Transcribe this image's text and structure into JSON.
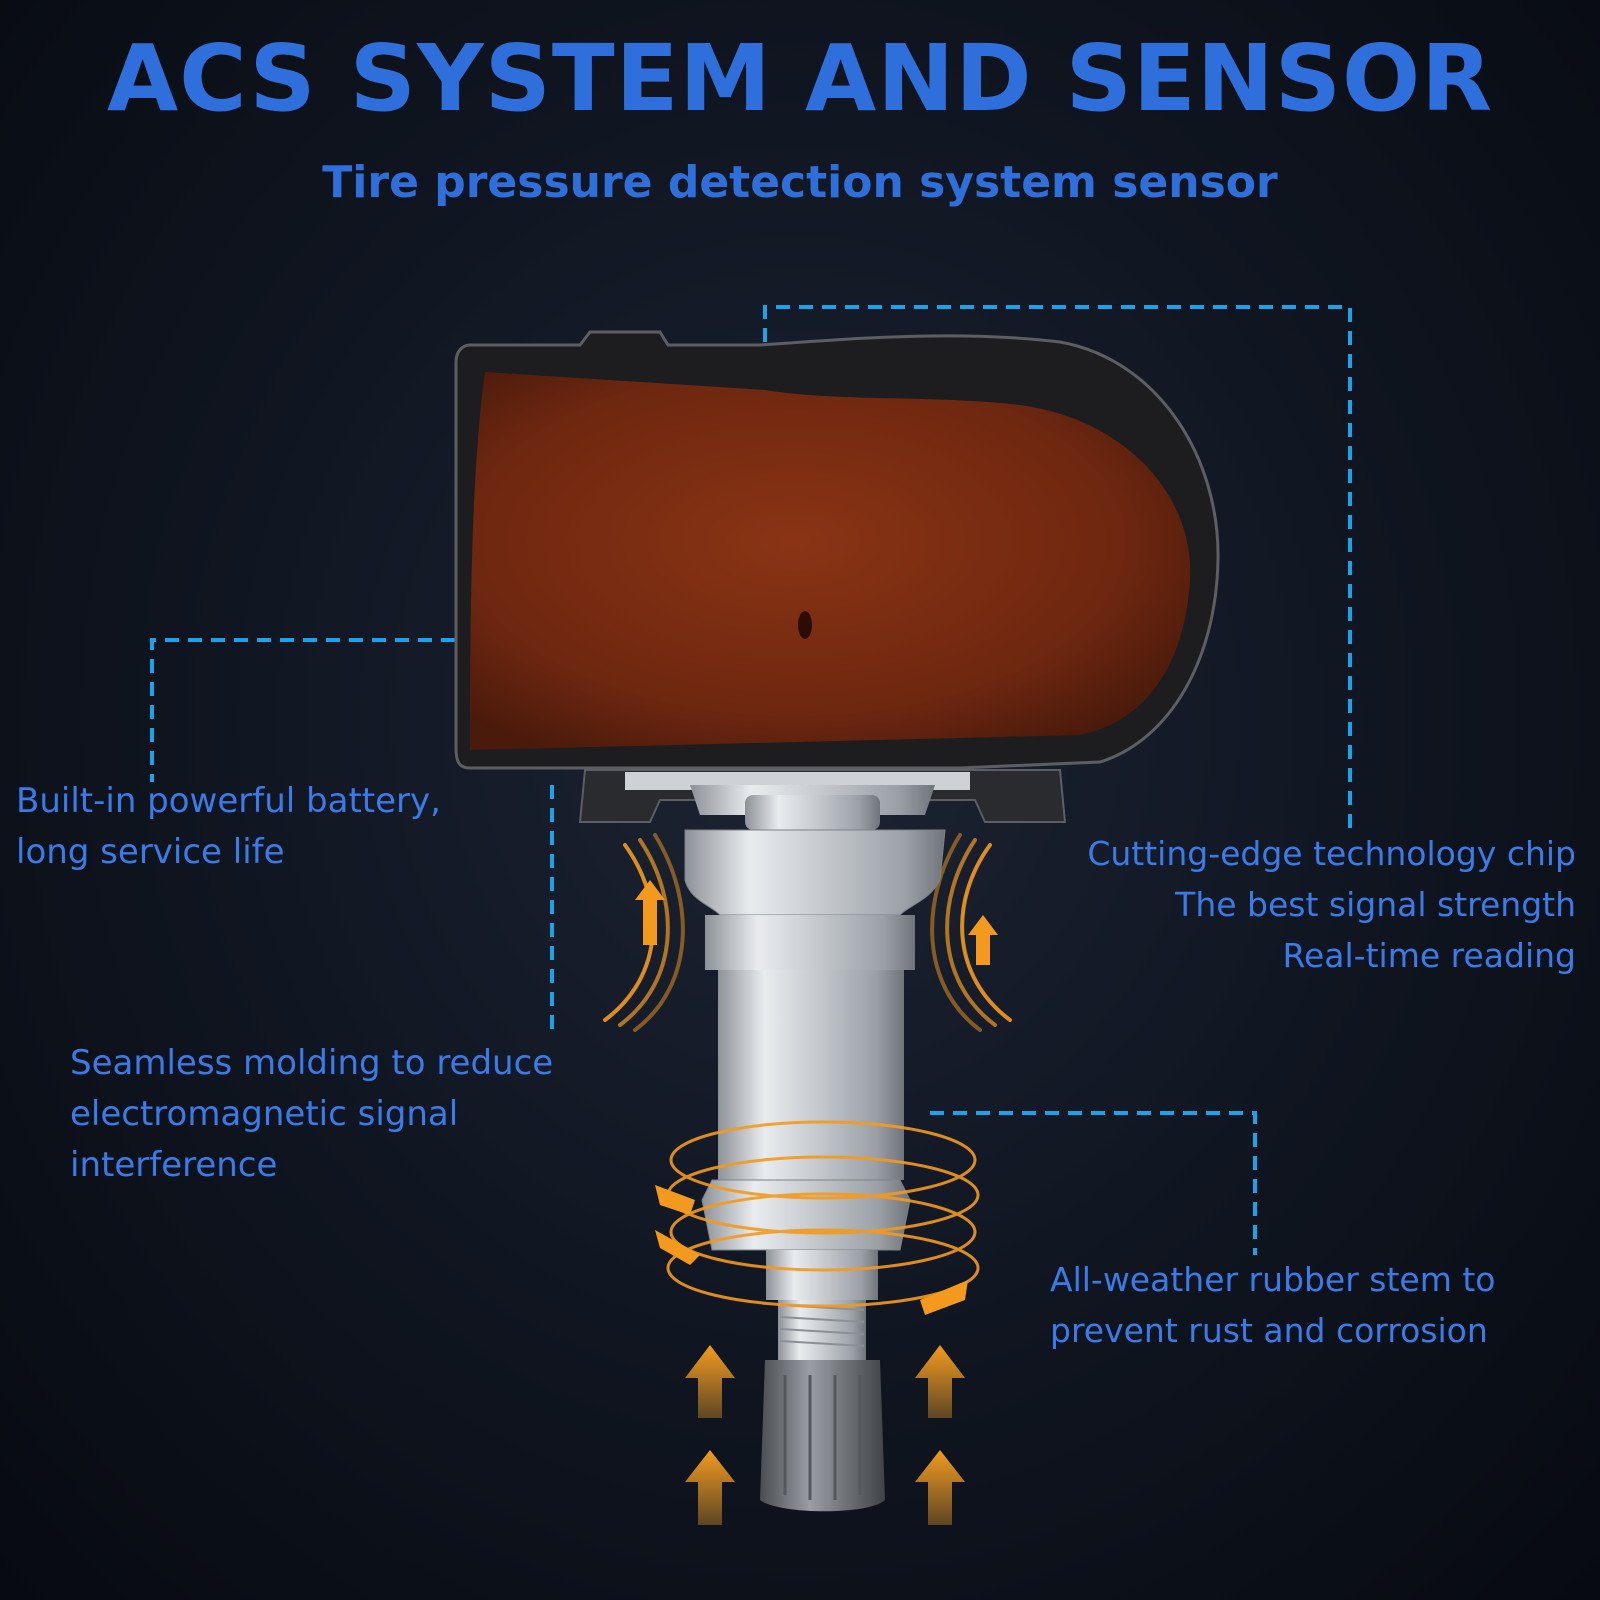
{
  "header": {
    "title": "ACS SYSTEM AND SENSOR",
    "subtitle": "Tire pressure detection system sensor"
  },
  "features": {
    "battery": {
      "line1": "Built-in powerful battery,",
      "line2": "long service life"
    },
    "chip": {
      "line1": "Cutting-edge technology chip",
      "line2": "The best signal strength",
      "line3": "Real-time reading"
    },
    "molding": {
      "line1": "Seamless molding to reduce",
      "line2": "electromagnetic signal",
      "line3": "interference"
    },
    "stem": {
      "line1": "All-weather rubber stem to",
      "line2": "prevent rust and corrosion"
    }
  },
  "colors": {
    "accent_text": "#2f6fdb",
    "callout_line": "#1aa3e8",
    "signal_orange": "#f39a1e",
    "sensor_body": "#7a2a12",
    "background": "#0d121c"
  }
}
